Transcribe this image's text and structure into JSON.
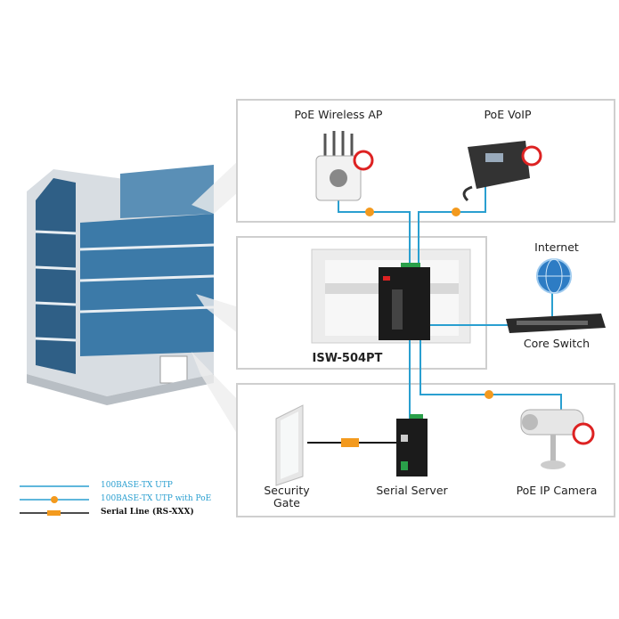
{
  "devices": {
    "wireless_ap": "PoE Wireless AP",
    "voip": "PoE VoIP",
    "internet": "Internet",
    "core_switch": "Core Switch",
    "main_switch": "ISW-504PT",
    "security_gate_1": "Security",
    "security_gate_2": "Gate",
    "serial_server": "Serial Server",
    "ip_camera": "PoE IP Camera"
  },
  "legend": [
    {
      "label": "100BASE-TX UTP",
      "color": "#2a9fd0"
    },
    {
      "label": "100BASE-TX UTP with PoE",
      "color": "#2a9fd0"
    },
    {
      "label": "Serial Line (RS-XXX)",
      "color": "#111111"
    }
  ],
  "colors": {
    "utp": "#2a9fd0",
    "poe": "#f39a1e",
    "serial": "#111111",
    "panel_border": "#cfcfcf"
  }
}
